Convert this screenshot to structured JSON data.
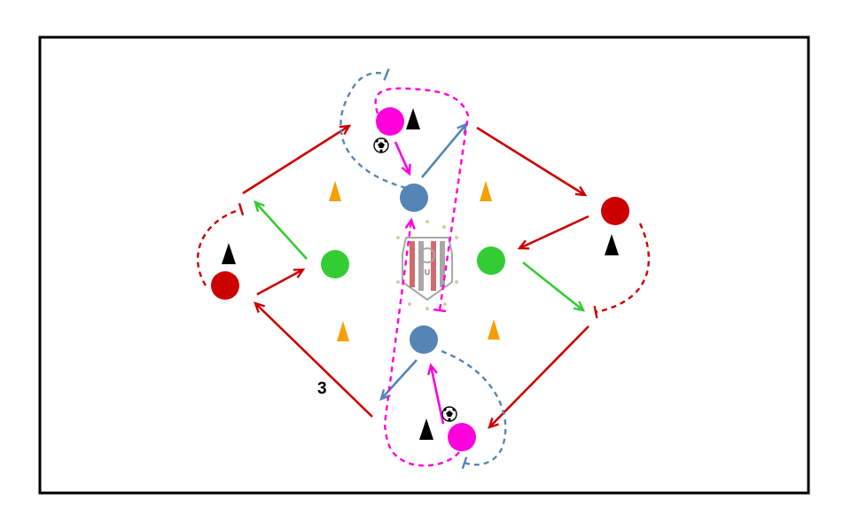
{
  "diagram": {
    "step_number": "3",
    "crest_text": "U",
    "colors": {
      "field_border": "#000000",
      "pink": "#ff00dd",
      "blue": "#5585b5",
      "red": "#cc0000",
      "green": "#33cc33",
      "orange": "#f5a000",
      "black": "#000000",
      "crest_red": "#c23a3a",
      "crest_gray": "#8a8a8a",
      "crest_gold": "#c8b98a"
    },
    "players": [
      {
        "id": "pink-top",
        "color": "pink"
      },
      {
        "id": "pink-bottom",
        "color": "pink"
      },
      {
        "id": "blue-top",
        "color": "blue"
      },
      {
        "id": "blue-bottom",
        "color": "blue"
      },
      {
        "id": "red-left",
        "color": "red"
      },
      {
        "id": "red-right",
        "color": "red"
      },
      {
        "id": "green-left",
        "color": "green"
      },
      {
        "id": "green-right",
        "color": "green"
      }
    ],
    "cones": [
      {
        "id": "orange-tl",
        "color": "orange"
      },
      {
        "id": "orange-tr",
        "color": "orange"
      },
      {
        "id": "orange-bl",
        "color": "orange"
      },
      {
        "id": "orange-br",
        "color": "orange"
      },
      {
        "id": "black-top",
        "color": "black"
      },
      {
        "id": "black-right",
        "color": "black"
      },
      {
        "id": "black-left",
        "color": "black"
      },
      {
        "id": "black-bottom",
        "color": "black"
      }
    ],
    "balls": [
      "ball-top",
      "ball-bottom"
    ]
  }
}
